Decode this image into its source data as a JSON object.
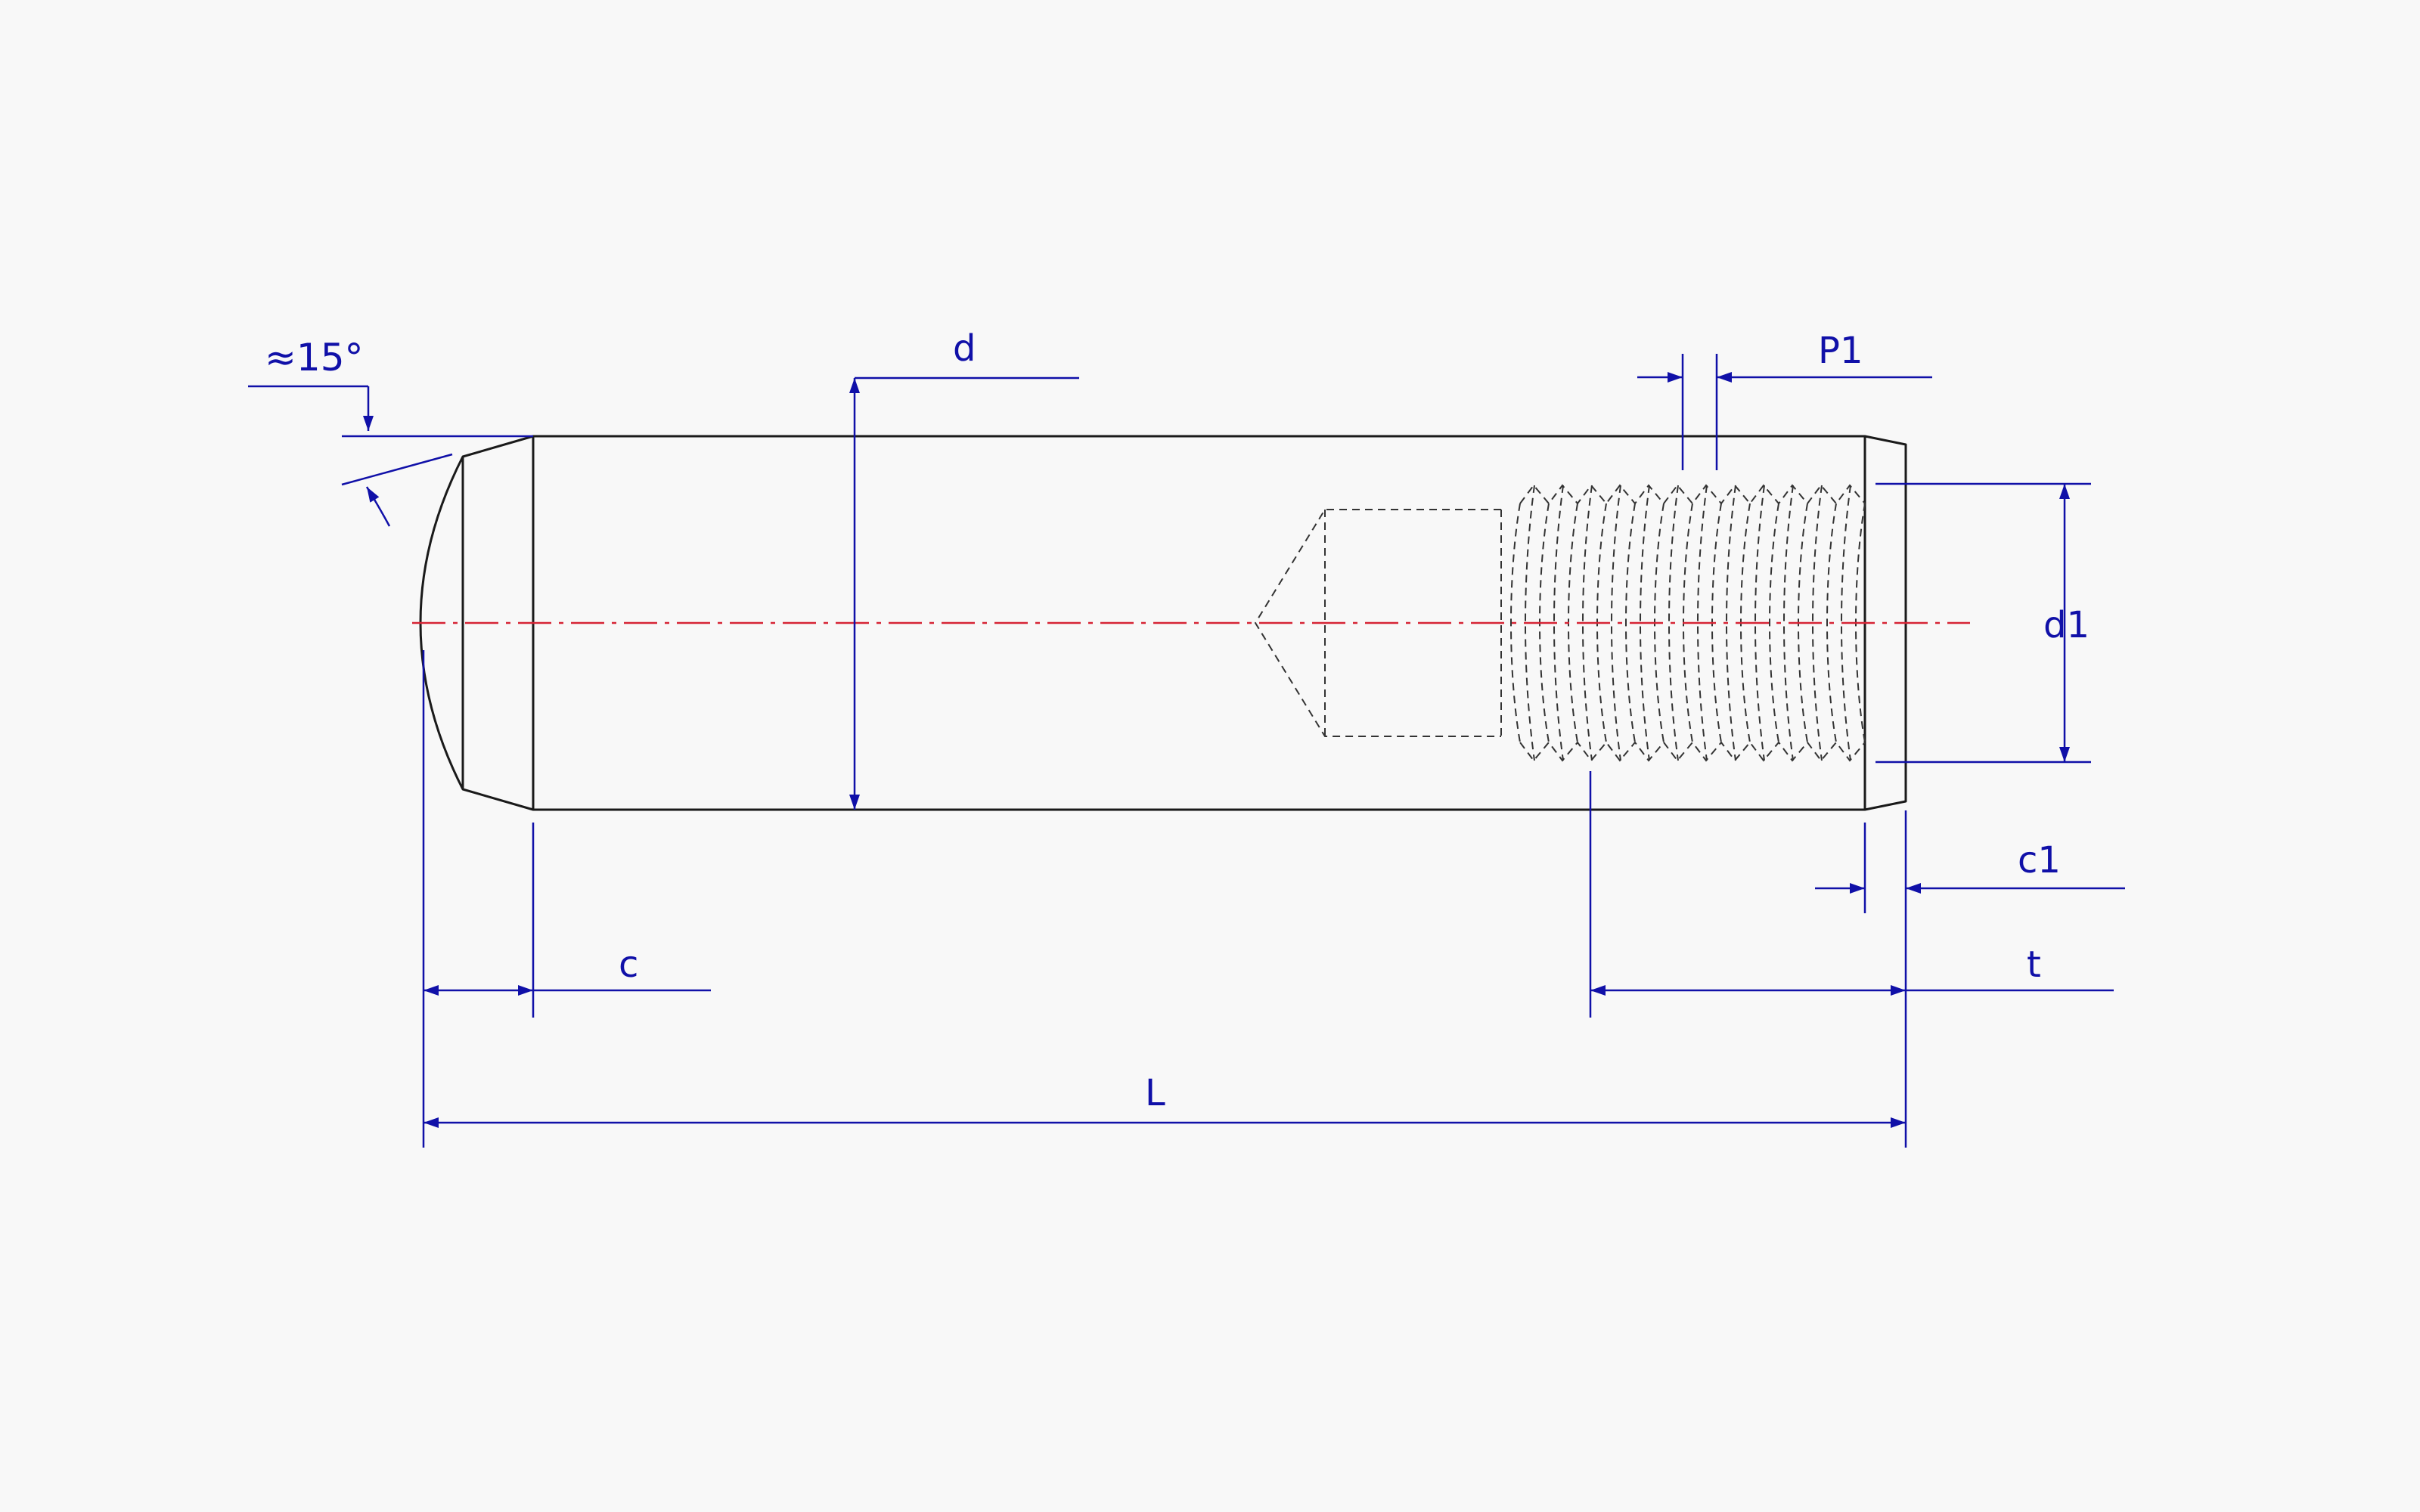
{
  "colors": {
    "background": "#f8f8f8",
    "outline": "#1a1a1a",
    "dimension": "#1010a8",
    "centerline": "#d62435"
  },
  "labels": {
    "angle": "≈15°",
    "d": "d",
    "p1": "P1",
    "d1": "d1",
    "c1": "c1",
    "c": "c",
    "t": "t",
    "L": "L"
  }
}
